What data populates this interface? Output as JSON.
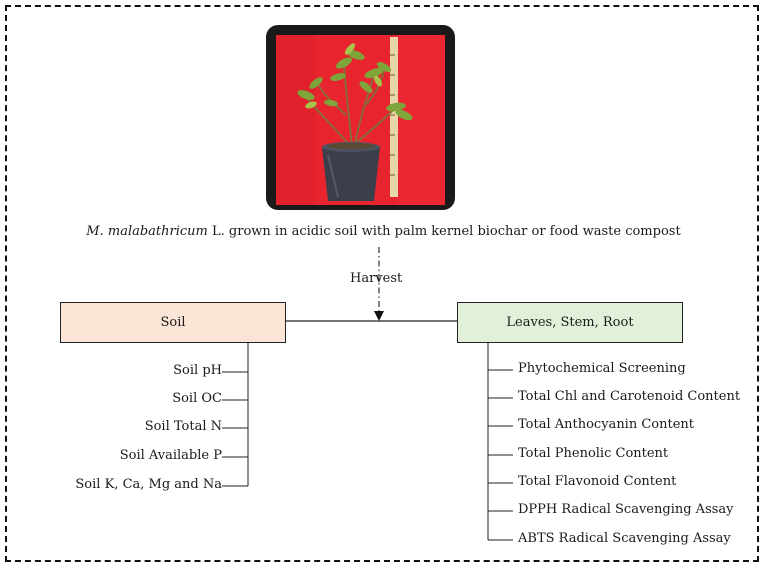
{
  "caption": {
    "species": "M. malabathricum",
    "rest": " L. grown in acidic soil with palm kernel biochar or food waste compost"
  },
  "arrow_label": "Harvest",
  "soil_box": {
    "label": "Soil",
    "items": [
      "Soil pH",
      "Soil OC",
      "Soil Total N",
      "Soil Available P",
      "Soil K, Ca, Mg and Na"
    ]
  },
  "plant_box": {
    "label": "Leaves, Stem, Root",
    "items": [
      "Phytochemical Screening",
      "Total Chl and Carotenoid Content",
      "Total Anthocyanin Content",
      "Total Phenolic Content",
      "Total Flavonoid Content",
      "DPPH Radical Scavenging Assay",
      "ABTS Radical Scavenging Assay"
    ]
  },
  "colors": {
    "soil_fill": "#fbe5d6",
    "plant_fill": "#e2efd9",
    "photo_background": "#e8242e"
  }
}
